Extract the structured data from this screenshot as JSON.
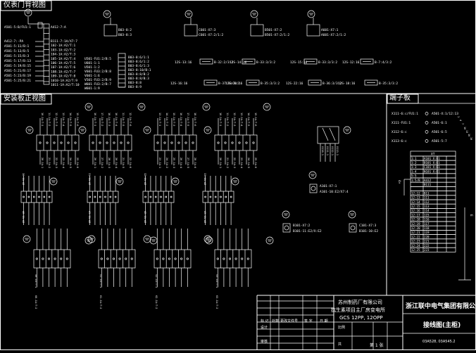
{
  "sections": {
    "instrument_door": "仪表门背视图",
    "mounting_board": "安装板正视图",
    "terminal_board": "端子板"
  },
  "left_terminal_labels": [
    "A501-5:B/FU1:1",
    "A412-7:A",
    "A412-7:-PA",
    "A501-5:11/B:1",
    "A501-5:13/B:5",
    "A501-5:15/B:3",
    "A501-5:17/B:13",
    "A501-5:19/B:15",
    "A501-5:21/B:17",
    "A501-5:23/B:19",
    "A501-5:25/B:21"
  ],
  "mid_terminal_labels": [
    "B111-7:1A/X7:7",
    "102-1A:A2/T:1",
    "103-1A:A2/T:2",
    "104-1A:A2/T:3",
    "105-1A:A2/T:4",
    "106-1A:A2/T:5",
    "107-1A:A2/T:6",
    "108-1A:A2/T:7",
    "109-1A:A2/T:8",
    "1010-1A:A2/T:9",
    "1011-1A:A2/T:10"
  ],
  "meter_groups": [
    {
      "label_a": "B03-8:2",
      "label_b": "B03-8:3"
    },
    {
      "label_a": "C601-X7:3",
      "label_b": "C601-X7:2/1:2"
    },
    {
      "label_a": "B501-X7:2",
      "label_b": "B501-X7:2/1:2"
    },
    {
      "label_a": "A601-X7:1",
      "label_b": "A601-X7:2/1:2"
    }
  ],
  "center_column_labels": [
    "U501-FU1:2/B:5",
    "U601-1:1",
    "U501-1:2",
    "V601-FU3:2/B:8",
    "V601-1:6",
    "V501-FU3:2/B:9",
    "W601-FU3:2/B:7",
    "W601-1:9"
  ],
  "center_right_labels": [
    "B03-8:6/1:1",
    "B03-8:6/1:2",
    "B03-8:6/1:3",
    "B03-8:10/B:1",
    "B03-8:8/B:2",
    "B03-8:8/B:3",
    "B03-8:8",
    "B03-8:9"
  ],
  "fuse_rows": [
    [
      "12S-13:16",
      "B-32:2/3:2",
      "12S-14:16",
      "B-33:3/3:2",
      "12S-15:16",
      "B-33:3/3:2",
      "12S-12:16",
      "B-7:4/3:2"
    ],
    [
      "12S-16:16",
      "B-37:33/3:2",
      "12S-20:16",
      "B-35:3/3:2",
      "12S-22:16",
      "B-36:3/3:2",
      "12S-18:16",
      "B-35:3/3:2"
    ]
  ],
  "relay_labels": [
    "A101-X7:1",
    "A101-10:E2/X7:4",
    "B101-X7:2",
    "B101-11:E2/X:E2",
    "C101-X7:3",
    "B101-10:E2"
  ],
  "terminal_side_labels": [
    "X111-6:c/FU1:1",
    "A501-X:1/12:13",
    "X111-FU1:1",
    "A501-6:1",
    "X112-6:c",
    "A501-6:5",
    "X113-6:c",
    "A501-5:7"
  ],
  "terminal_table": {
    "header": "XT",
    "rows": [
      [
        "1:1",
        "A101 X:E1"
      ],
      [
        "1:2",
        "B101 X:E1"
      ],
      [
        "1:3",
        "C101 X:E1"
      ],
      [
        "1:4",
        "N101 X:E1"
      ],
      [
        "5:5",
        ""
      ],
      [
        "1:5/B",
        "A412"
      ],
      [
        "",
        "B111"
      ],
      [
        "",
        ""
      ],
      [
        "12:12",
        "B11"
      ],
      [
        "12:13",
        "111"
      ],
      [
        "12:14",
        "112"
      ],
      [
        "12:15",
        "113"
      ],
      [
        "12:16",
        "114"
      ],
      [
        "12:17",
        "115"
      ],
      [
        "12:18",
        "116"
      ],
      [
        "12:19",
        "117"
      ],
      [
        "12:20",
        "118"
      ],
      [
        "12:21",
        "119"
      ],
      [
        "12:22",
        "220"
      ],
      [
        "12:23",
        "221"
      ],
      [
        "12:24",
        "222"
      ],
      [
        "12:25",
        "223"
      ]
    ]
  },
  "title_block": {
    "org_line1": "苏州制药厂有限公司",
    "org_line2": "抗生素项目主厂房变电所",
    "model": "GCS 12PP, 12OPP",
    "company": "浙江联中电气集团有限公司",
    "drawing_name": "接线图(主柜)",
    "drawing_no": "03A528, 03A545.2",
    "sheet": "第 1 张",
    "headers": [
      "标 记",
      "处数",
      "更改文件号",
      "签 字",
      "日 期"
    ],
    "design": "设计",
    "check": "审核",
    "ratio": "比例",
    "sheets": "共"
  }
}
